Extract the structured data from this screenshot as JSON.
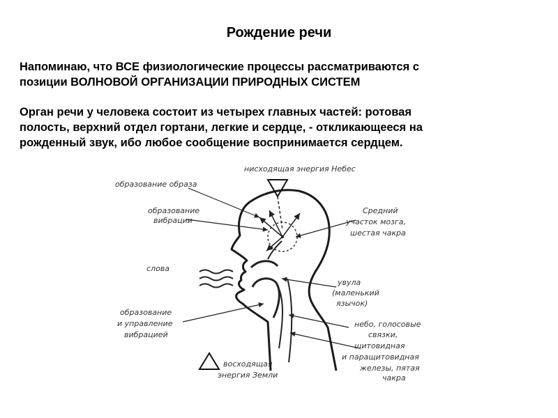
{
  "title": "Рождение речи",
  "paragraph1": {
    "line1": "Напоминаю, что ВСЕ физиологические процессы рассматриваются с",
    "line2": "позиции ВОЛНОВОЙ ОРГАНИЗАЦИИ ПРИРОДНЫХ СИСТЕМ"
  },
  "paragraph2": {
    "line1": "Орган речи у человека состоит из четырех главных частей: ротовая",
    "line2": "полость, верхний отдел гортани, легкие и сердце, - откликающееся на",
    "line3": "рожденный звук, ибо любое сообщение воспринимается сердцем."
  },
  "diagram": {
    "top_label": "нисходящая энергия Небес",
    "image_formation": "образование образа",
    "vibration_formation": [
      "образование",
      "вибрации"
    ],
    "word": "слова",
    "vibration_control": [
      "образование",
      "и управление",
      "вибрацией"
    ],
    "middle_brain": [
      "Средний",
      "участок мозга,",
      "шестая чакра"
    ],
    "uvula": [
      "увула",
      "(маленький",
      "язычок)"
    ],
    "throat_parts": [
      "небо, голосовые",
      "связки,",
      "щитовидная",
      "и паращитовидная",
      "железы, пятая",
      "чакра"
    ],
    "bottom_label": [
      "восходящая",
      "энергия Земли"
    ]
  }
}
